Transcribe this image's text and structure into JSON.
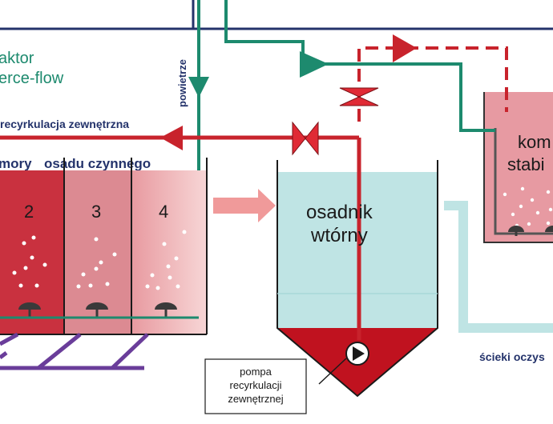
{
  "labels": {
    "reactor_line1": "aktor",
    "reactor_line2": "erce-flow",
    "air": "powietrze",
    "ext_recirc": "recyrkulacja zewnętrzna",
    "chambers_word1": "mory",
    "chambers_word2": "osadu czynnego",
    "chamber_2": "2",
    "chamber_3": "3",
    "chamber_4": "4",
    "clarifier_line1": "osadnik",
    "clarifier_line2": "wtórny",
    "stab_line1": "kom",
    "stab_line2": "stabi",
    "treated": "ścieki oczys",
    "pump_line1": "pompa",
    "pump_line2": "recyrkulacji",
    "pump_line3": "zewnętrznej"
  },
  "colors": {
    "frame": "#24336b",
    "air_pipe": "#1d8a6e",
    "recirc": "#c8232c",
    "chamber_2": "#c9313f",
    "chamber_3": "#dc8a92",
    "chamber_4": "#f2c4c4",
    "water": "#bfe4e4",
    "sludge": "#c0121f",
    "diffuser": "#3a3a3a",
    "inflow_arrow": "#f09a9a",
    "purple": "#6a3d9a",
    "text_teal": "#1d8a6e",
    "text_blue": "#24336b"
  }
}
